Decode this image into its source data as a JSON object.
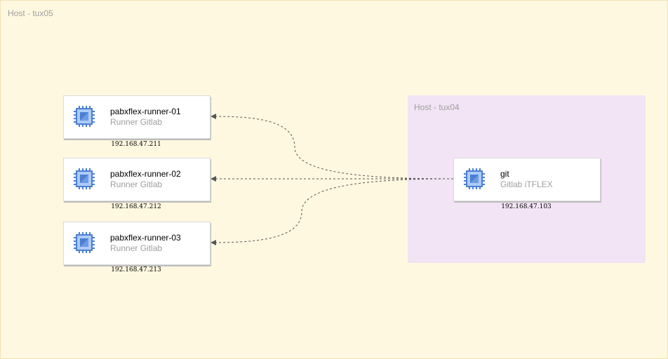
{
  "hosts": {
    "outer": {
      "label": "Host - tux05"
    },
    "inner": {
      "label": "Host - tux04"
    }
  },
  "nodes": {
    "runner1": {
      "title": "pabxflex-runner-01",
      "subtitle": "Runner Gitlab",
      "ip": "192.168.47.211",
      "icon": "cpu-chip-icon"
    },
    "runner2": {
      "title": "pabxflex-runner-02",
      "subtitle": "Runner Gitlab",
      "ip": "192.168.47.212",
      "icon": "cpu-chip-icon"
    },
    "runner3": {
      "title": "pabxflex-runner-03",
      "subtitle": "Runner Gitlab",
      "ip": "192.168.47.213",
      "icon": "cpu-chip-icon"
    },
    "git": {
      "title": "git",
      "subtitle": "Gitlab iTFLEX",
      "ip": "192.168.47.103",
      "icon": "cpu-chip-icon"
    }
  },
  "edges": [
    {
      "from": "git",
      "to": "runner1",
      "style": "dashed"
    },
    {
      "from": "git",
      "to": "runner2",
      "style": "dashed"
    },
    {
      "from": "git",
      "to": "runner3",
      "style": "dashed"
    }
  ],
  "colors": {
    "outer_host_fill": "#fff8e0",
    "inner_host_fill": "#f2e4f4",
    "chip_blue": "#4a7fd4",
    "chip_light": "#aecbfa",
    "edge": "#555555"
  }
}
